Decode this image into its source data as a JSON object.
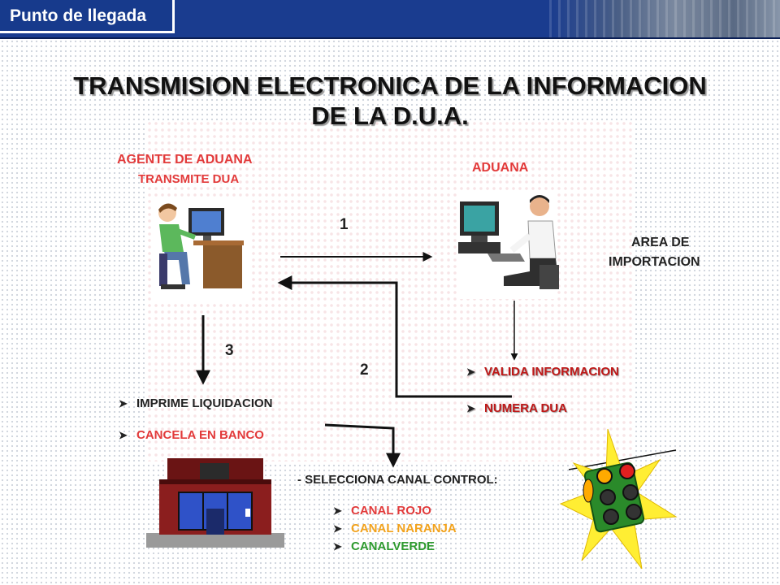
{
  "header": {
    "title": "Punto de llegada"
  },
  "main": {
    "title_line1": "TRANSMISION ELECTRONICA DE LA INFORMACION",
    "title_line2": "DE LA D.U.A."
  },
  "agent": {
    "line1": "AGENTE DE ADUANA",
    "line2": "TRANSMITE DUA"
  },
  "customs": {
    "label": "ADUANA"
  },
  "import_area": {
    "line1": "AREA DE",
    "line2": "IMPORTACION"
  },
  "steps": {
    "one": "1",
    "two": "2",
    "three": "3"
  },
  "customs_actions": [
    "VALIDA INFORMACION",
    "NUMERA DUA"
  ],
  "agent_actions": [
    "IMPRIME LIQUIDACION",
    "CANCELA EN BANCO"
  ],
  "channel": {
    "heading": "- SELECCIONA CANAL CONTROL:",
    "options": [
      "CANAL ROJO",
      "CANAL NARANJA",
      "CANALVERDE"
    ]
  },
  "colors": {
    "header": "#1a3c8f",
    "red_label": "#e23a3a",
    "orange": "#f2a21c",
    "green": "#2e9a2e"
  },
  "icons": [
    "computer-user-icon",
    "office-worker-icon",
    "bank-building-icon",
    "traffic-light-icon"
  ]
}
